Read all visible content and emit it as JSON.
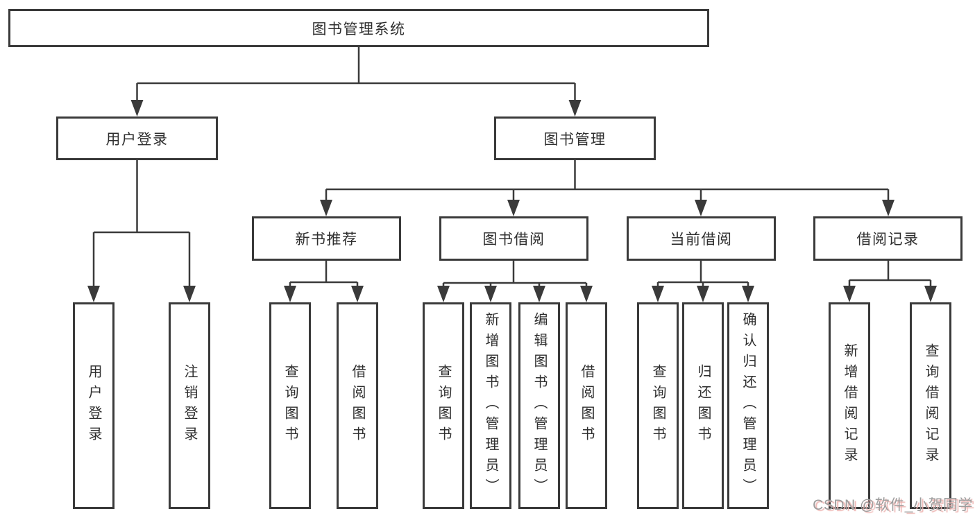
{
  "diagram": {
    "title_node": {
      "label": "图书管理系统"
    },
    "level2": [
      {
        "label": "用户登录"
      },
      {
        "label": "图书管理"
      }
    ],
    "level3": [
      {
        "label": "新书推荐"
      },
      {
        "label": "图书借阅"
      },
      {
        "label": "当前借阅"
      },
      {
        "label": "借阅记录"
      }
    ],
    "leaves": [
      {
        "label": "用户登录"
      },
      {
        "label": "注销登录"
      },
      {
        "label": "查询图书"
      },
      {
        "label": "借阅图书"
      },
      {
        "label": "查询图书"
      },
      {
        "label": "新增图书（管理员）"
      },
      {
        "label": "编辑图书（管理员）"
      },
      {
        "label": "借阅图书"
      },
      {
        "label": "查询图书"
      },
      {
        "label": "归还图书"
      },
      {
        "label": "确认归还（管理员）"
      },
      {
        "label": "新增借阅记录"
      },
      {
        "label": "查询借阅记录"
      }
    ]
  },
  "watermark": {
    "text": "CSDN @软件_小贺同学"
  },
  "colors": {
    "line": "#3a3a3a",
    "box_border": "#3a3a3a",
    "text": "#2e2e2e",
    "background": "#ffffff",
    "watermark_text": "#9d9d9d",
    "watermark_shadow": "#eeb5b2"
  }
}
